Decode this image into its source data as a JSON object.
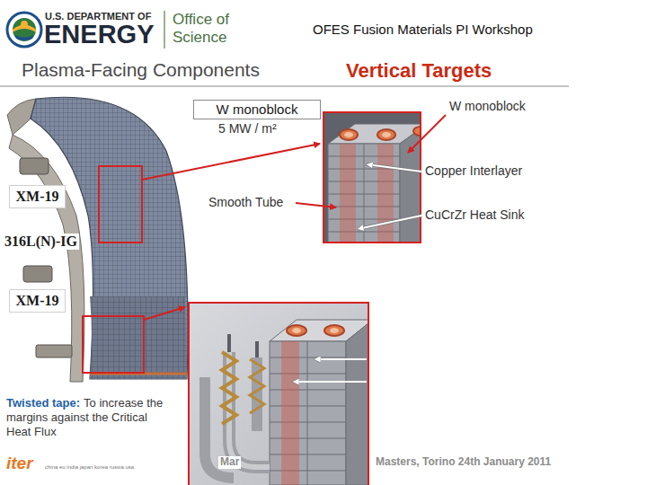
{
  "diagram": {
    "title": "Plasma-Facing Components",
    "nodes": [
      {
        "text": [
          "W monoblock"
        ]
      },
      {
        "text": [
          "XM-19"
        ]
      },
      {
        "text": [
          "XM-19"
        ]
      }
    ],
    "labels": [
      "U.S. DEPARTMENT OF",
      "ENERGY",
      "Office of",
      "Science",
      "OFES Fusion Materials PI Workshop",
      "Vertical Targets",
      "5 MW / m²",
      "316L(N)-IG",
      "Smooth Tube",
      "W monoblock",
      "Copper Interlayer",
      "CuCrZr Heat Sink",
      "Twisted tape:",
      "To increase the margins against the Critical Heat Flux",
      "iter",
      "china eu india japan korea russia usa",
      "Mar",
      "Masters, Torino 24th January 2011"
    ]
  }
}
